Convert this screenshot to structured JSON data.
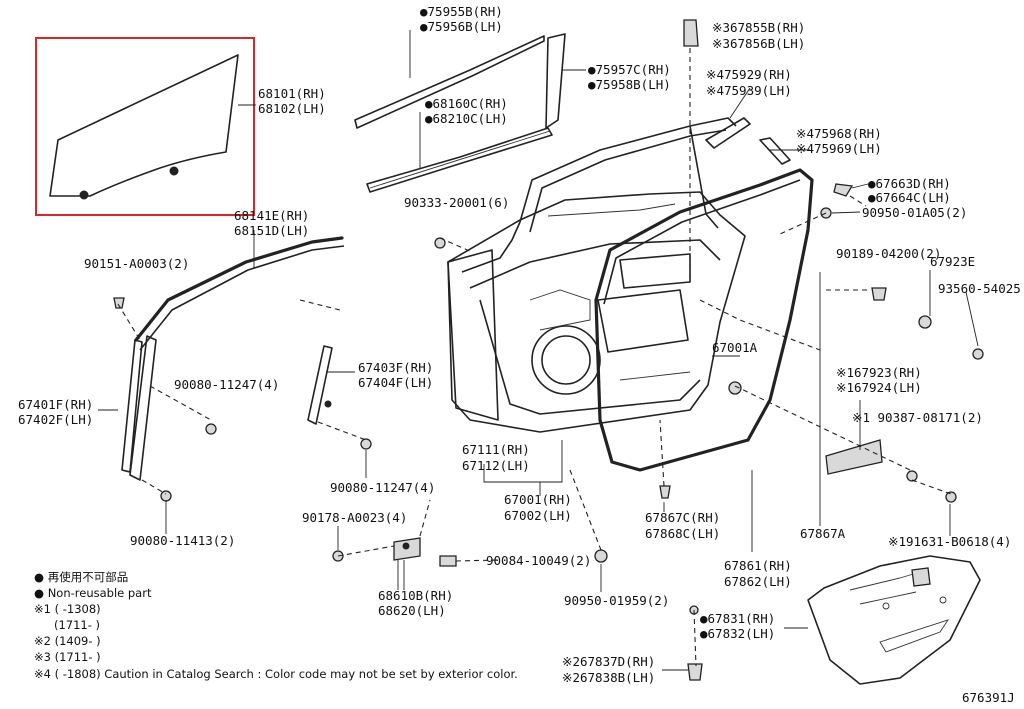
{
  "labels": {
    "l_75955b": "●75955B(RH)",
    "l_75956b": "●75956B(LH)",
    "l_75957c": "●75957C(RH)",
    "l_75958b": "●75958B(LH)",
    "l_68160c": "●68160C(RH)",
    "l_68210c": "●68210C(LH)",
    "l_67855b": "※367855B(RH)",
    "l_67856b": "※367856B(LH)",
    "l_75929": "※475929(RH)",
    "l_75939": "※475939(LH)",
    "l_75968": "※475968(RH)",
    "l_75969": "※475969(LH)",
    "l_67663d": "●67663D(RH)",
    "l_67664c": "●67664C(LH)",
    "l_9095001a05": "90950-01A05(2)",
    "l_68101": "68101(RH)",
    "l_68102": "68102(LH)",
    "l_68141e": "68141E(RH)",
    "l_68151d": "68151D(LH)",
    "l_9033320001": "90333-20001(6)",
    "l_90151a0003": "90151-A0003(2)",
    "l_9018904200": "90189-04200(2)",
    "l_67923e": "67923E",
    "l_9356054025": "93560-54025",
    "l_67001a": "67001A",
    "l_9008011247a": "90080-11247(4)",
    "l_67403f": "67403F(RH)",
    "l_67404f": "67404F(LH)",
    "l_67401f": "67401F(RH)",
    "l_67402f": "67402F(LH)",
    "l_167923": "※167923(RH)",
    "l_167924": "※167924(LH)",
    "l_9038708171": "※1 90387-08171(2)",
    "l_67111": "67111(RH)",
    "l_67112": "67112(LH)",
    "l_9008011247b": "90080-11247(4)",
    "l_67001": "67001(RH)",
    "l_67002": "67002(LH)",
    "l_67867c": "67867C(RH)",
    "l_67868c": "67868C(LH)",
    "l_67867a": "67867A",
    "l_9008011413": "90080-11413(2)",
    "l_90178a0023": "90178-A0023(4)",
    "l_191631": "※191631-B0618(4)",
    "l_9008410049": "90084-10049(2)",
    "l_67861": "67861(RH)",
    "l_67862": "67862(LH)",
    "l_68610b": "68610B(RH)",
    "l_68620": "68620(LH)",
    "l_9095001959": "90950-01959(2)",
    "l_67831": "●67831(RH)",
    "l_67832": "●67832(LH)",
    "l_67837d": "※267837D(RH)",
    "l_67838b": "※267838B(LH)"
  },
  "legend": {
    "jp": "● 再使用不可部品",
    "en": "● Non-reusable part",
    "n1a": "※1 (      -1308)",
    "n1b": "(1711-      )",
    "n2": "※2 (1409-      )",
    "n3": "※3 (1711-      )",
    "n4": "※4 (      -1808) Caution in Catalog Search : Color code may not be set by exterior color."
  },
  "figure_code": "676391J",
  "colors": {
    "highlight": "#d9262b",
    "line": "#222222",
    "shade": "#d9d9d9"
  }
}
